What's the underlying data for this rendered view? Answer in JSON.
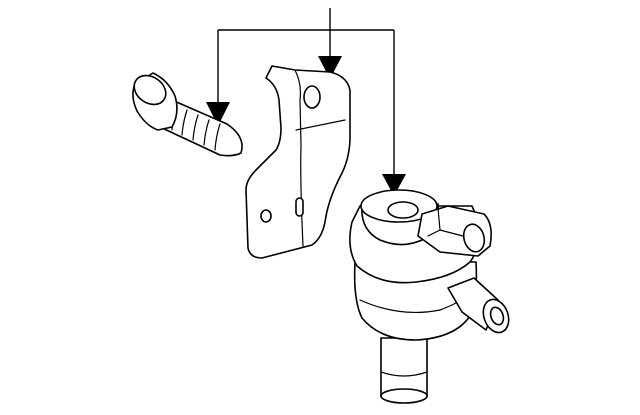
{
  "diagram": {
    "parts": [
      {
        "name": "bolt"
      },
      {
        "name": "bracket"
      },
      {
        "name": "valve"
      }
    ],
    "callout_line_color": "#000000",
    "background": "#ffffff"
  }
}
